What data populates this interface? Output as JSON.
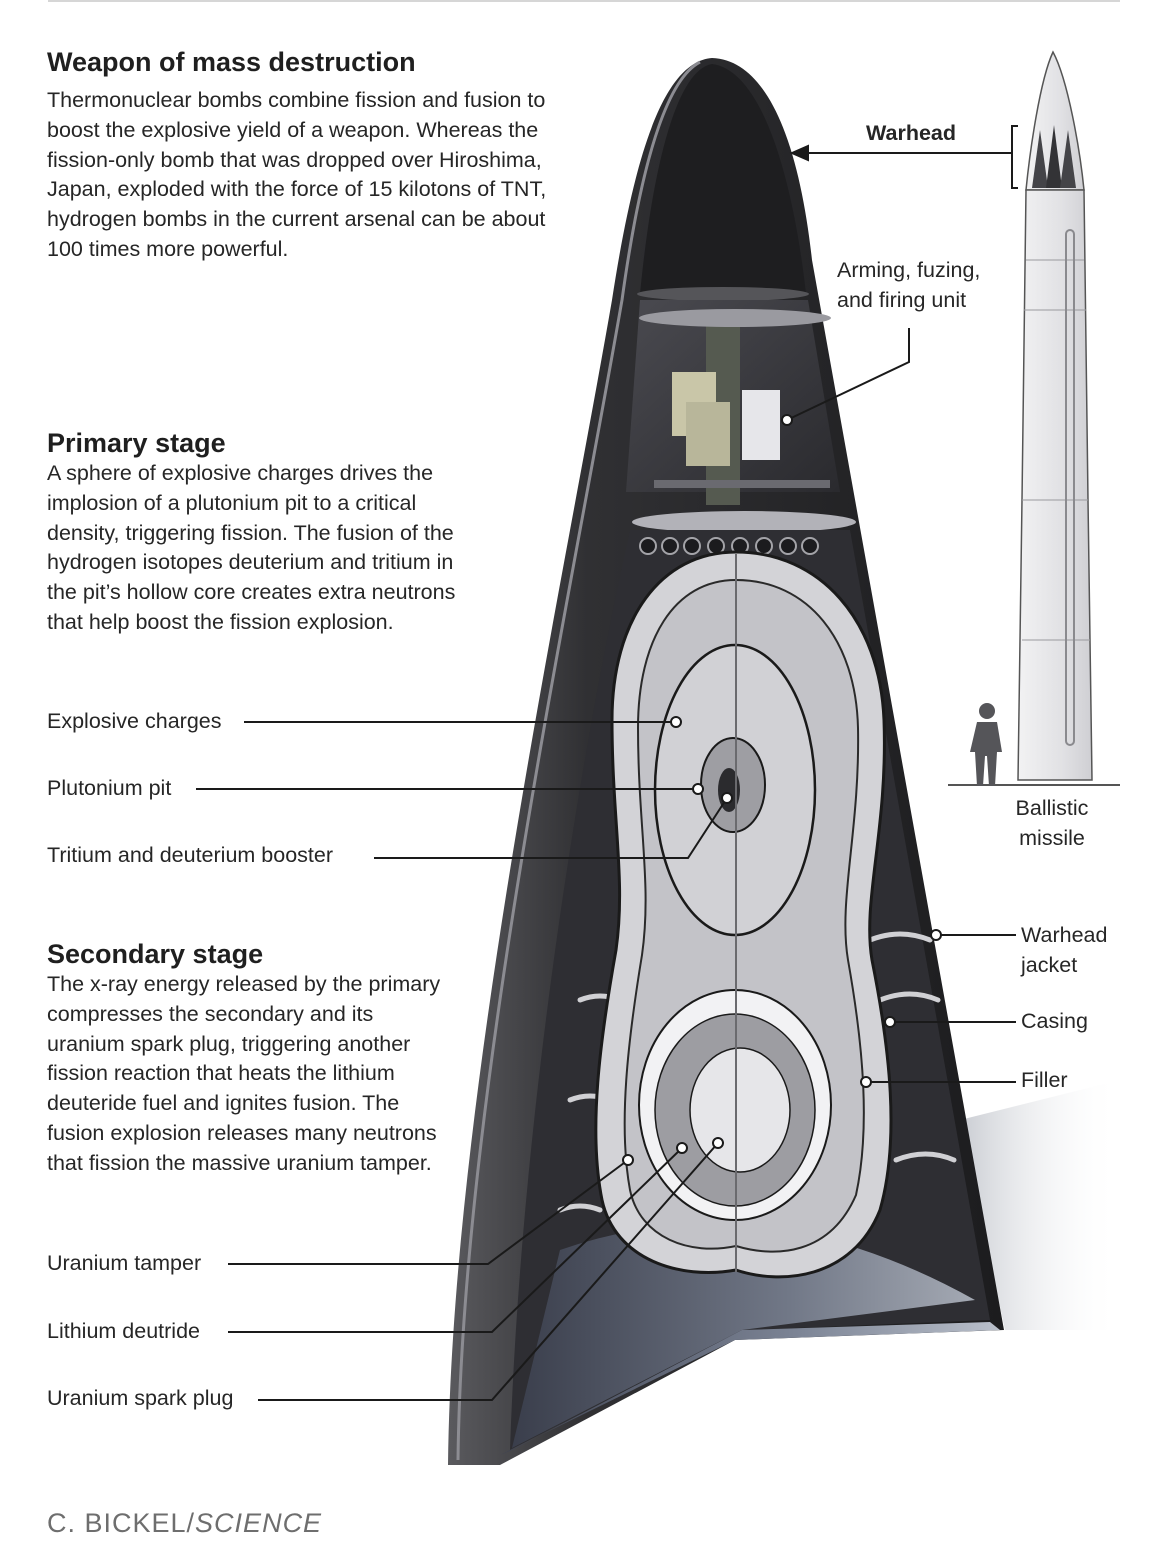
{
  "intro": {
    "title": "Weapon of mass destruction",
    "body": "Thermonuclear bombs combine fission and fusion to boost the explosive yield of a weapon. Whereas the fission-only bomb that was dropped over Hiroshima, Japan, exploded with the force of 15 kilotons of TNT, hydrogen bombs in the current arsenal can be about 100 times more powerful."
  },
  "primary": {
    "title": "Primary stage",
    "body": "A sphere of explosive charges drives the implosion of a plutonium pit to a critical density, triggering fission. The fusion of the hydrogen isotopes deuterium and tritium in the pit’s hollow core creates extra neutrons that help boost the fission explosion."
  },
  "secondary": {
    "title": "Secondary stage",
    "body": "The x-ray energy released by the primary compresses the secondary and its uranium spark plug, triggering another fission reaction that heats the lithium deuteride fuel and ignites fusion. The fusion explosion releases many neutrons that fission the massive uranium tamper."
  },
  "labels": {
    "warhead": "Warhead",
    "arming": "Arming, fuzing, and firing unit",
    "missile": "Ballistic missile",
    "explosive_charges": "Explosive charges",
    "plutonium_pit": "Plutonium pit",
    "booster": "Tritium and deuterium booster",
    "warhead_jacket": "Warhead jacket",
    "casing": "Casing",
    "filler": "Filler",
    "uranium_tamper": "Uranium tamper",
    "lithium": "Lithium deutride",
    "spark_plug": "Uranium spark plug"
  },
  "credit": {
    "name": "C. BICKEL/",
    "publication": "SCIENCE"
  },
  "colors": {
    "jacket": "#2b2b2d",
    "inner_dark": "#3c3c40",
    "casing_light": "#dcdcdf",
    "leader": "#1a1a1a"
  }
}
